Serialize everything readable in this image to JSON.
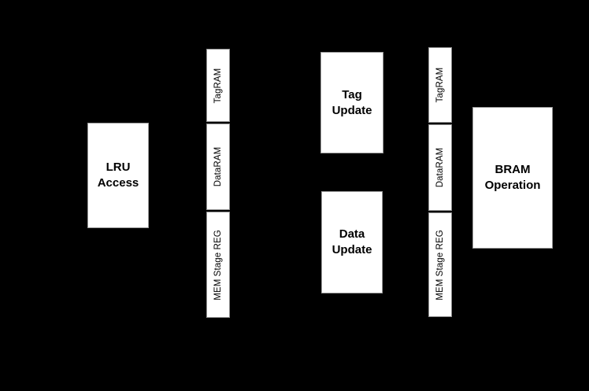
{
  "diagram": {
    "background_color": "#000000",
    "block_fill_color": "#ffffff",
    "block_text_color": "#000000",
    "blocks": [
      {
        "id": "lru-access",
        "line1": "LRU",
        "line2": "Access"
      },
      {
        "id": "tag-update",
        "line1": "Tag",
        "line2": "Update"
      },
      {
        "id": "data-update",
        "line1": "Data",
        "line2": "Update"
      },
      {
        "id": "bram-operation",
        "line1": "BRAM",
        "line2": "Operation"
      }
    ],
    "stacks": [
      {
        "id": "stage-stack-left",
        "segments": [
          {
            "id": "tagram",
            "label": "TagRAM"
          },
          {
            "id": "dataram",
            "label": "DataRAM"
          },
          {
            "id": "memreg",
            "label": "MEM Stage REG"
          }
        ]
      },
      {
        "id": "stage-stack-right",
        "segments": [
          {
            "id": "tagram",
            "label": "TagRAM"
          },
          {
            "id": "dataram",
            "label": "DataRAM"
          },
          {
            "id": "memreg",
            "label": "MEM Stage REG"
          }
        ]
      }
    ]
  }
}
